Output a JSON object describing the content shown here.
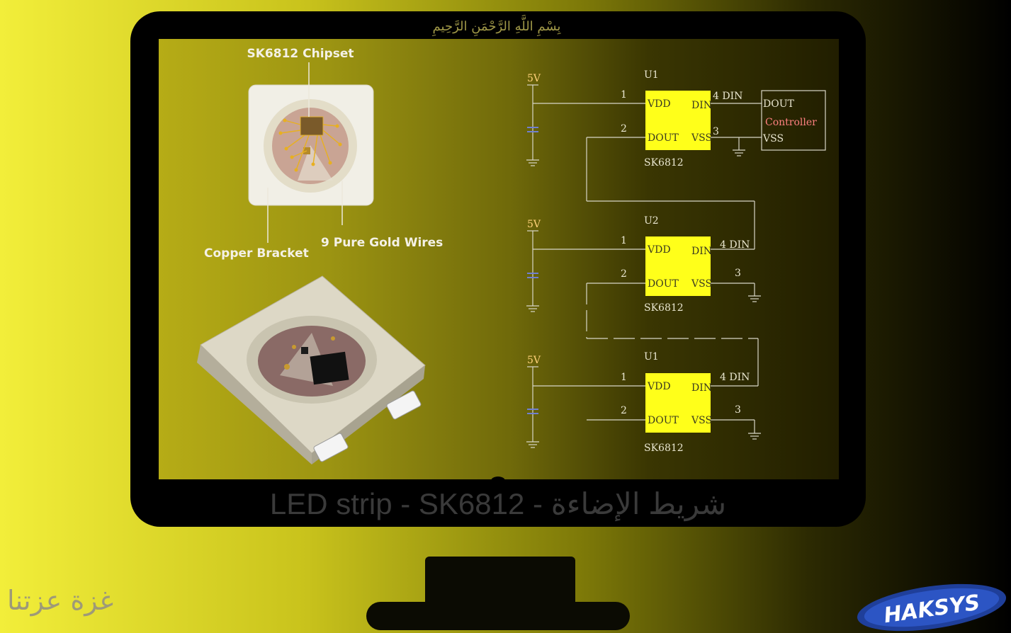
{
  "header": {
    "basmala": "بِسْمِ اللَّهِ الرَّحْمَنِ الرَّحِيمِ"
  },
  "caption": "LED strip - SK6812 - شريط الإضاءة",
  "corner_text": "غزة عزتنا",
  "logo_text": "HAKSYS",
  "chip_labels": {
    "chipset": "SK6812 Chipset",
    "bracket": "Copper Bracket",
    "wires": "9 Pure Gold Wires"
  },
  "schematic": {
    "supply": "5V",
    "units": [
      {
        "ref": "U1",
        "part": "SK6812",
        "vdd": "VDD",
        "din": "DIN",
        "dout": "DOUT",
        "vss": "VSS",
        "pin1": "1",
        "pin2": "2",
        "pin3": "3",
        "pin4": "4 DIN"
      },
      {
        "ref": "U2",
        "part": "SK6812",
        "vdd": "VDD",
        "din": "DIN",
        "dout": "DOUT",
        "vss": "VSS",
        "pin1": "1",
        "pin2": "2",
        "pin3": "3",
        "pin4": "4 DIN"
      },
      {
        "ref": "U1",
        "part": "SK6812",
        "vdd": "VDD",
        "din": "DIN",
        "dout": "DOUT",
        "vss": "VSS",
        "pin1": "1",
        "pin2": "2",
        "pin3": "3",
        "pin4": "4 DIN"
      }
    ],
    "controller": {
      "dout": "DOUT",
      "name": "Controller",
      "vss": "VSS"
    }
  },
  "colors": {
    "chip_body": "#ffff1a",
    "screen_left": "#b6ac16",
    "screen_right": "#211e00",
    "controller_text": "#ff8080"
  }
}
